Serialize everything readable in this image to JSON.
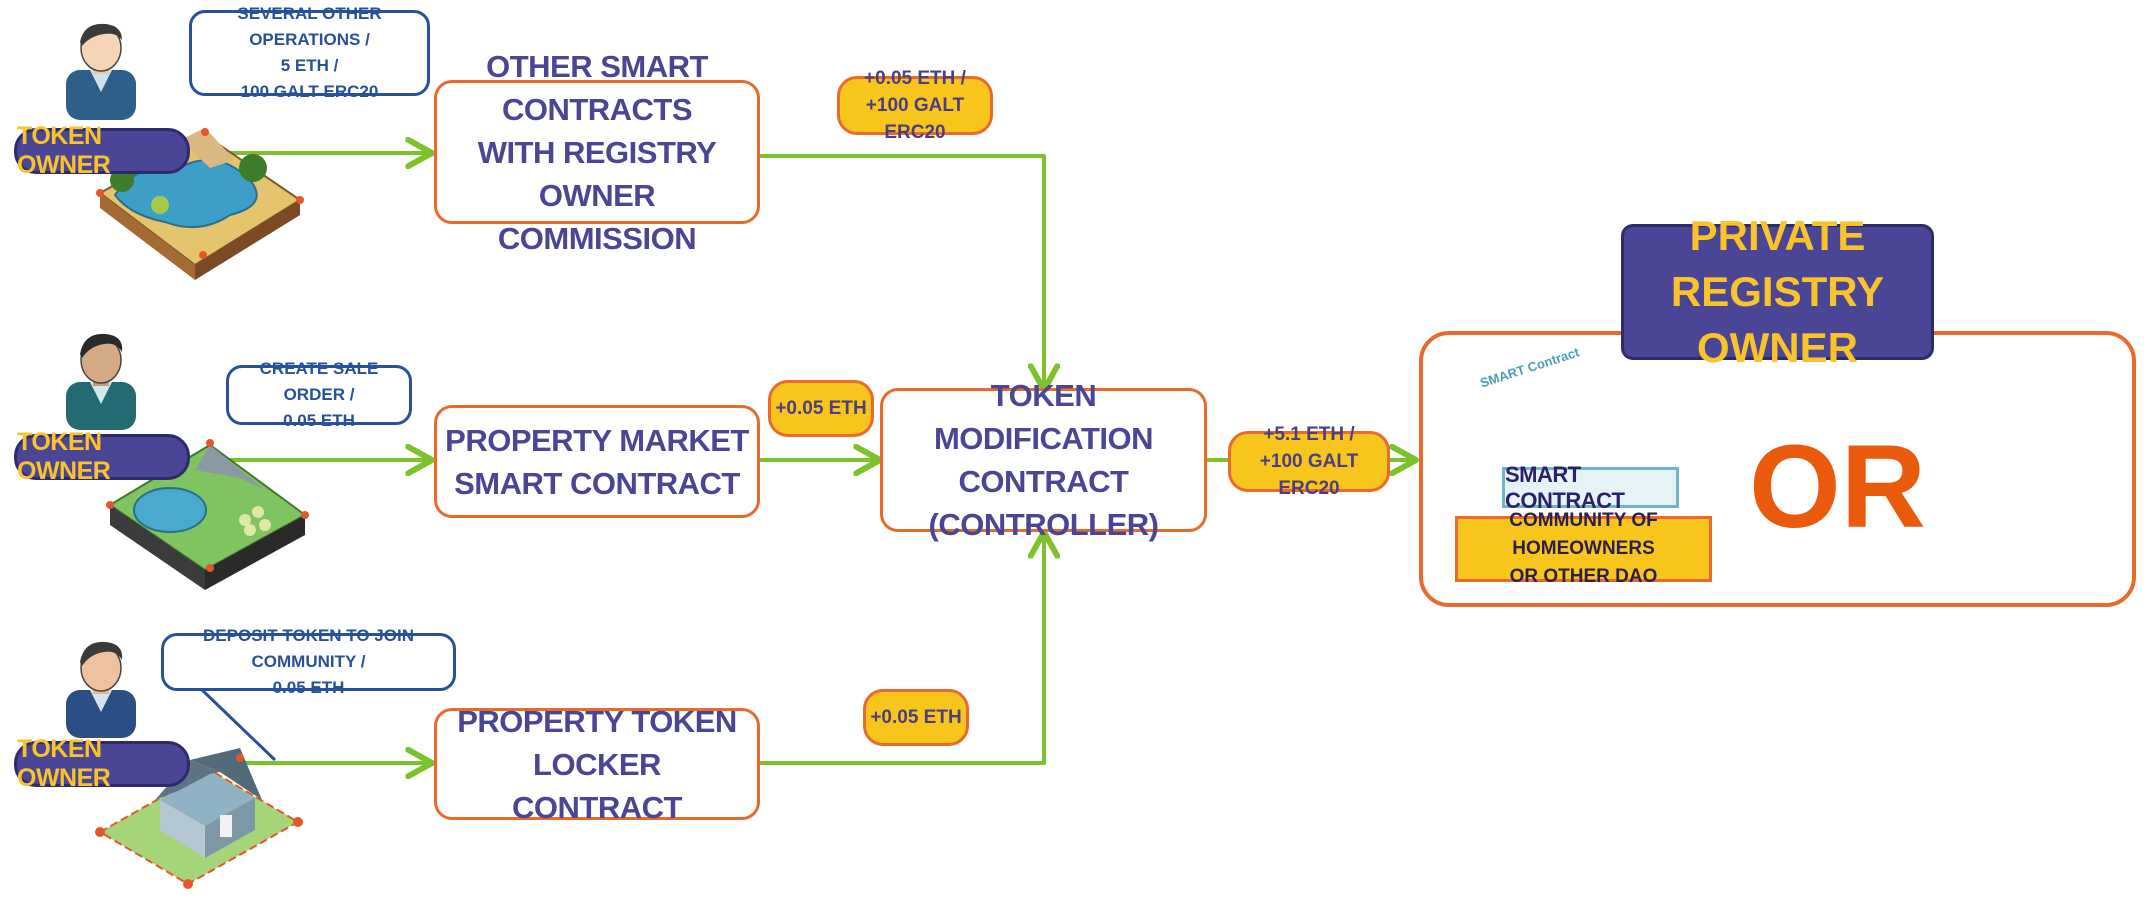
{
  "owners": [
    {
      "label": "TOKEN OWNER",
      "operation": "SEVERAL OTHER OPERATIONS /\n5 ETH /\n100 GALT ERC20"
    },
    {
      "label": "TOKEN OWNER",
      "operation": "CREATE SALE ORDER /\n0.05 ETH"
    },
    {
      "label": "TOKEN OWNER",
      "operation": "DEPOSIT TOKEN TO JOIN COMMUNITY /\n0.05 ETH"
    }
  ],
  "contracts": {
    "other": "OTHER SMART CONTRACTS\nWITH REGISTRY OWNER\nCOMMISSION",
    "market": "PROPERTY MARKET\nSMART CONTRACT",
    "locker": "PROPERTY TOKEN LOCKER\nCONTRACT",
    "controller": "TOKEN MODIFICATION\nCONTRACT\n(CONTROLLER)"
  },
  "amounts": {
    "other": "+0.05 ETH /\n+100 GALT ERC20",
    "market": "+0.05 ETH",
    "locker": "+0.05 ETH",
    "total": "+5.1 ETH /\n+100 GALT ERC20"
  },
  "registry": {
    "title": "PRIVATE REGISTRY\nOWNER",
    "document_title": "SMART Contract",
    "smart_contract_label": "SMART CONTRACT",
    "dao_label": "COMMUNITY OF HOMEOWNERS\nOR OTHER DAO",
    "or_text": "OR"
  },
  "colors": {
    "arrow": "#7cc22b",
    "box_border": "#ea6a2c",
    "box_text": "#4a4594",
    "amount_fill": "#f8c51c",
    "owner_label_bg": "#4a4594",
    "owner_label_text": "#f9c32a",
    "bubble_border": "#27519a",
    "or_text": "#ea5a0c"
  },
  "icons": {
    "person": "person-avatar-icon",
    "lake_land": "lake-land-plot-icon",
    "pond_land": "pond-land-plot-icon",
    "house_land": "house-land-plot-icon",
    "document": "smart-contract-document-icon",
    "registry_person": "registry-owner-person-icon"
  }
}
